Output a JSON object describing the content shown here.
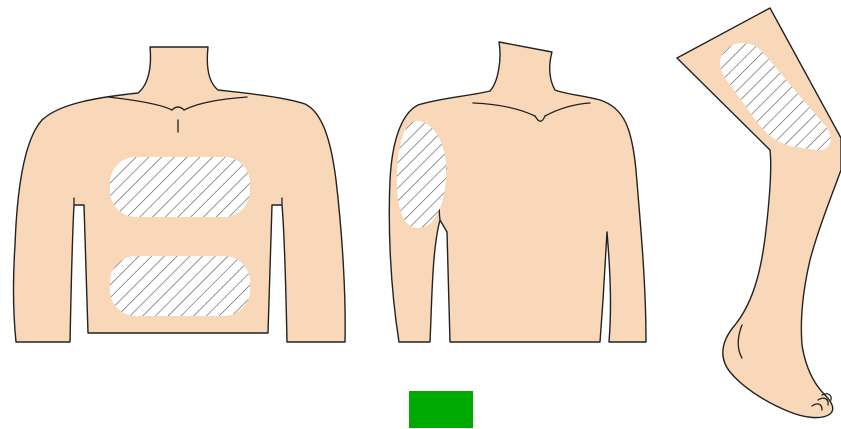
{
  "figures": [
    {
      "name": "torso-front",
      "zones": [
        "upper-chest-zone",
        "lower-chest-zone"
      ]
    },
    {
      "name": "torso-side",
      "zones": [
        "upper-arm-zone"
      ]
    },
    {
      "name": "leg",
      "zones": [
        "thigh-zone"
      ]
    }
  ],
  "colors": {
    "skin": "#f8d8b8",
    "outline": "#222222",
    "hatch": "#555555",
    "zone_background": "#ffffff",
    "button": "#00aa00"
  },
  "button": {
    "label": "",
    "color": "#00aa00"
  }
}
